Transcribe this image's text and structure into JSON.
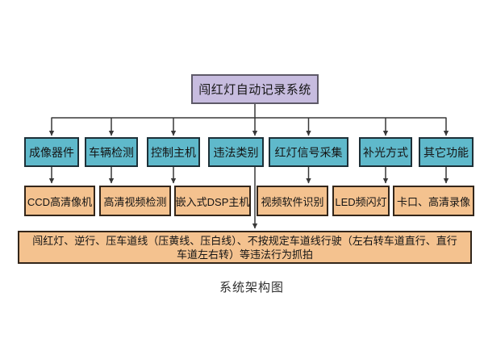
{
  "colors": {
    "root_fill": "#c7bcdf",
    "root_border": "#5e5a68",
    "module_fill": "#5fb9cb",
    "impl_fill": "#f4c28f",
    "box_border": "#232323",
    "connector_line": "#383838",
    "text": "#141414"
  },
  "diagram": {
    "root": "闯红灯自动记录系统",
    "modules": [
      "成像器件",
      "车辆检测",
      "控制主机",
      "违法类别",
      "红灯信号采集",
      "补光方式",
      "其它功能"
    ],
    "implementations": [
      "CCD高清像机",
      "高清视频检测",
      "嵌入式DSP主机",
      "视频软件识别",
      "LED频闪灯",
      "卡口、高清录像"
    ],
    "violation_line1": "闯红灯、逆行、压车道线（压黄线、压白线）、不按规定车道线行驶（左右转车道直行、直行",
    "violation_line2": "车道左右转）等违法行为抓拍",
    "caption": "系统架构图",
    "edges": [
      [
        "闯红灯自动记录系统",
        "成像器件"
      ],
      [
        "闯红灯自动记录系统",
        "车辆检测"
      ],
      [
        "闯红灯自动记录系统",
        "控制主机"
      ],
      [
        "闯红灯自动记录系统",
        "违法类别"
      ],
      [
        "闯红灯自动记录系统",
        "红灯信号采集"
      ],
      [
        "闯红灯自动记录系统",
        "补光方式"
      ],
      [
        "闯红灯自动记录系统",
        "其它功能"
      ],
      [
        "成像器件",
        "CCD高清像机"
      ],
      [
        "车辆检测",
        "高清视频检测"
      ],
      [
        "控制主机",
        "嵌入式DSP主机"
      ],
      [
        "违法类别",
        "闯红灯、逆行、压车道线（压黄线、压白线）、不按规定车道线行驶（左右转车道直行、直行车道左右转）等违法行为抓拍"
      ],
      [
        "红灯信号采集",
        "视频软件识别"
      ],
      [
        "补光方式",
        "LED频闪灯"
      ],
      [
        "其它功能",
        "卡口、高清录像"
      ]
    ]
  }
}
